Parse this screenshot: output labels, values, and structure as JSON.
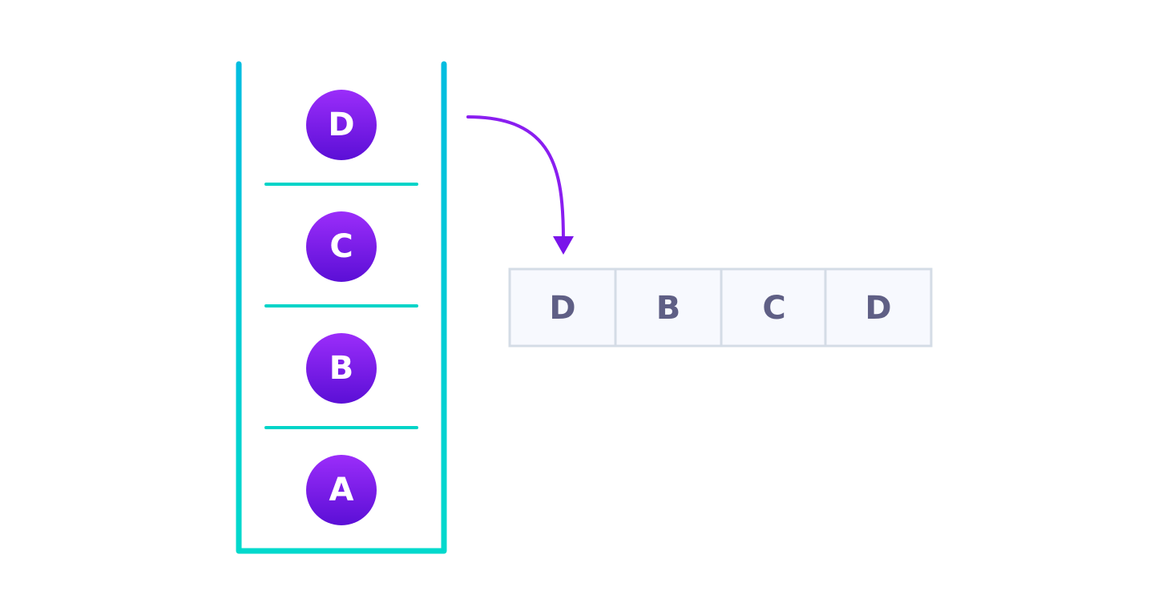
{
  "stack": {
    "items": [
      {
        "label": "D"
      },
      {
        "label": "C"
      },
      {
        "label": "B"
      },
      {
        "label": "A"
      }
    ]
  },
  "output": {
    "cells": [
      {
        "label": "D"
      },
      {
        "label": "B"
      },
      {
        "label": "C"
      },
      {
        "label": "D"
      }
    ]
  },
  "colors": {
    "stack_border": "#00c8d6",
    "divider": "#00d4c8",
    "circle_top": "#9b2dfa",
    "circle_bottom": "#5b0fd6",
    "arrow": "#8a1ef0",
    "cell_fill": "#f7f9fe",
    "cell_border": "#d4dce6",
    "cell_text": "#5f5f85"
  }
}
